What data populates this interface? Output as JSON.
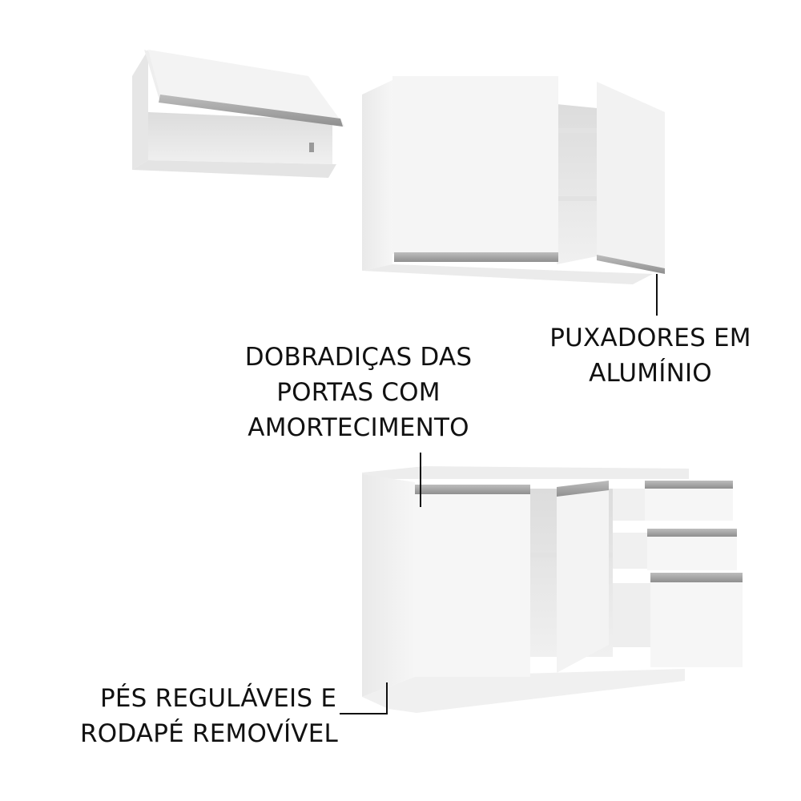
{
  "product": {
    "name": "kitchen-cabinet-set",
    "finish_color": "#f4f4f4",
    "handle_color": "#a8a8a8"
  },
  "callouts": [
    {
      "id": "handles",
      "lines": [
        "PUXADORES EM",
        "ALUMÍNIO"
      ]
    },
    {
      "id": "hinges",
      "lines": [
        "DOBRADIÇAS DAS",
        "PORTAS COM",
        "AMORTECIMENTO"
      ]
    },
    {
      "id": "feet",
      "lines": [
        "PÉS REGULÁVEIS E",
        "RODAPÉ REMOVÍVEL"
      ]
    }
  ],
  "items": [
    {
      "id": "upper-flip-cabinet",
      "description": "wall cabinet with lift-up door"
    },
    {
      "id": "upper-two-door-cabinet",
      "description": "wall cabinet with two doors and shelves"
    },
    {
      "id": "base-cabinet",
      "description": "base cabinet with two doors and three drawers"
    }
  ]
}
